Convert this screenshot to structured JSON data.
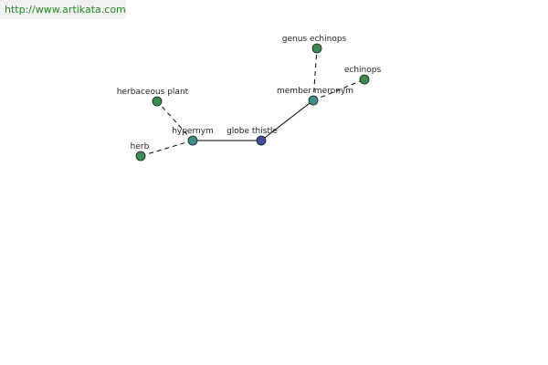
{
  "banner": {
    "url": "http://www.artikata.com"
  },
  "colors": {
    "root_node": "#3f4f9a",
    "relation_node": "#3f8f8f",
    "leaf_node": "#3f8a4f",
    "url_text": "#1f8a1f",
    "edge": "#000000"
  },
  "graph": {
    "nodes": [
      {
        "id": "globe-thistle",
        "label": "globe thistle",
        "kind": "root"
      },
      {
        "id": "hypernym",
        "label": "hypernym",
        "kind": "relation"
      },
      {
        "id": "member-meronym",
        "label": "member meronym",
        "kind": "relation"
      },
      {
        "id": "herbaceous-plant",
        "label": "herbaceous plant",
        "kind": "leaf"
      },
      {
        "id": "herb",
        "label": "herb",
        "kind": "leaf"
      },
      {
        "id": "genus-echinops",
        "label": "genus echinops",
        "kind": "leaf"
      },
      {
        "id": "echinops",
        "label": "echinops",
        "kind": "leaf"
      }
    ],
    "edges": [
      {
        "from": "globe-thistle",
        "to": "hypernym",
        "style": "solid"
      },
      {
        "from": "globe-thistle",
        "to": "member-meronym",
        "style": "solid"
      },
      {
        "from": "hypernym",
        "to": "herbaceous-plant",
        "style": "dashed"
      },
      {
        "from": "hypernym",
        "to": "herb",
        "style": "dashed"
      },
      {
        "from": "member-meronym",
        "to": "genus-echinops",
        "style": "dashed"
      },
      {
        "from": "member-meronym",
        "to": "echinops",
        "style": "dashed"
      }
    ]
  }
}
